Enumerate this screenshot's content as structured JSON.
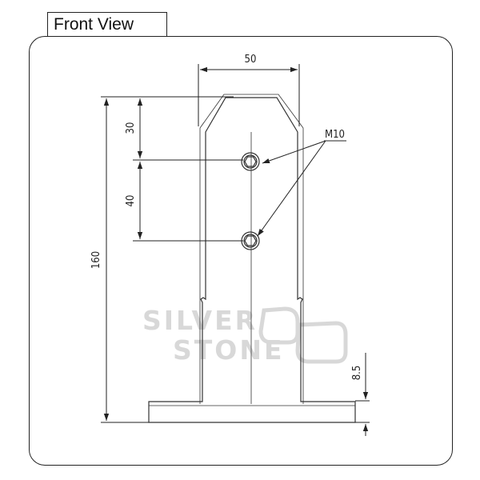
{
  "view_title": "Front View",
  "dimensions": {
    "top_width": "50",
    "height_top_to_first_hole": "30",
    "hole_spacing": "40",
    "total_height": "160",
    "base_thickness": "8.5"
  },
  "callout": {
    "thread_label": "M10"
  },
  "watermark": {
    "line1": "SILVER",
    "line2": "STONE"
  }
}
